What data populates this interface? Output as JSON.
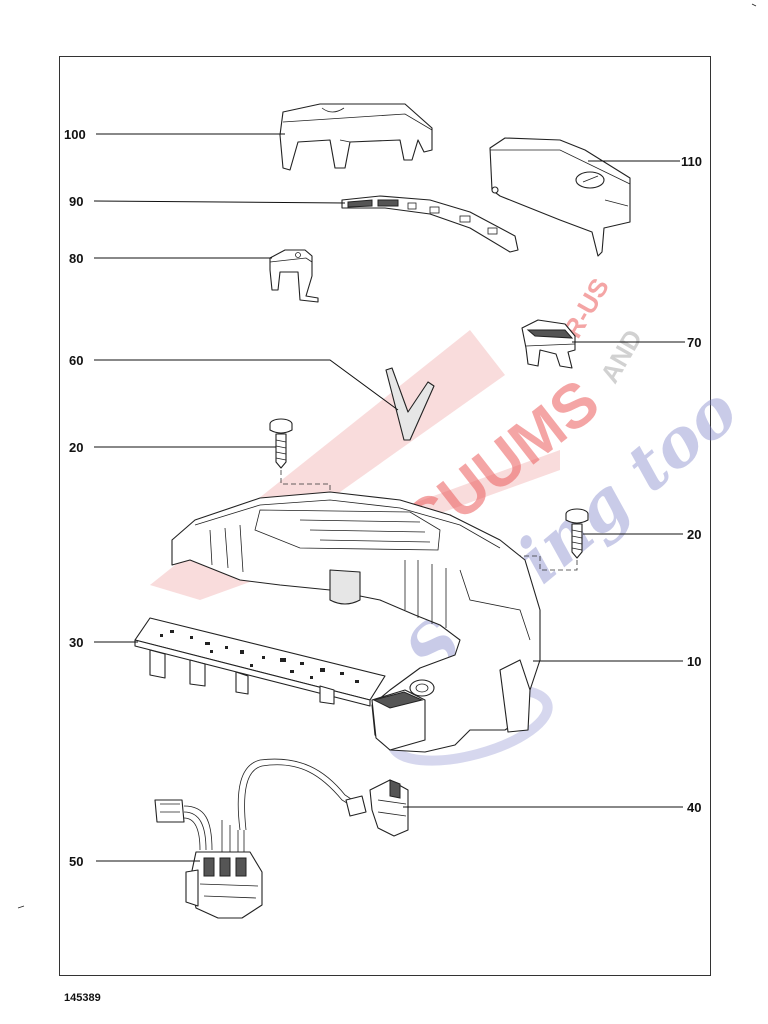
{
  "document_number": "145389",
  "callouts": [
    "100",
    "110",
    "90",
    "80",
    "70",
    "60",
    "20",
    "20",
    "30",
    "10",
    "40",
    "50"
  ],
  "watermark": {
    "brand_text": "VACUUMS",
    "r_us_text": "R-US",
    "and_text": "AND",
    "sewing_text": "Sewing too",
    "colors": {
      "red": "#e84a4a",
      "blue": "#7c82c8"
    }
  }
}
